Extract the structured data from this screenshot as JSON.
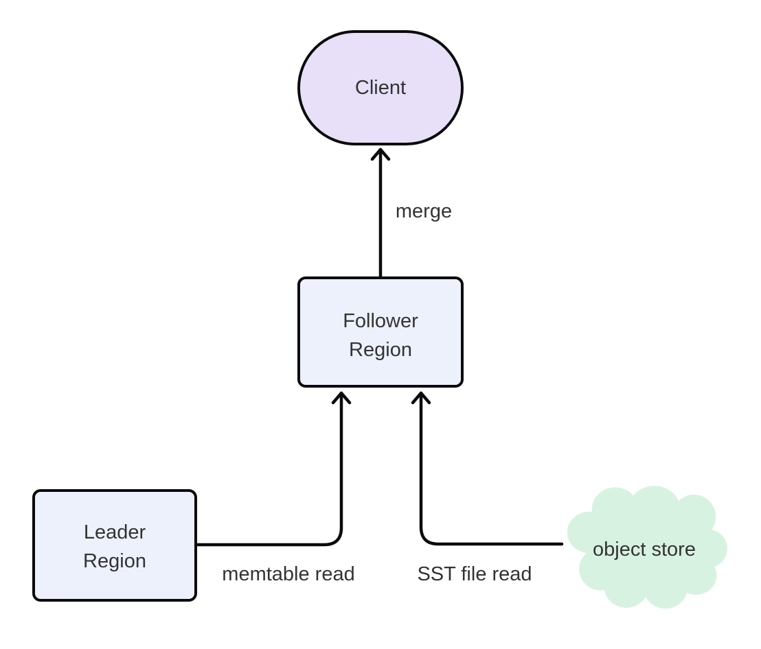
{
  "diagram": {
    "type": "flowchart",
    "direction": "bottom-to-top",
    "nodes": [
      {
        "id": "client",
        "label": "Client",
        "shape": "stadium",
        "fill": "#e7e0f8"
      },
      {
        "id": "follower",
        "label": "Follower Region",
        "shape": "rounded-rect",
        "fill": "#ecf1fb"
      },
      {
        "id": "leader",
        "label": "Leader Region",
        "shape": "rounded-rect",
        "fill": "#ecf1fb"
      },
      {
        "id": "object_store",
        "label": "object store",
        "shape": "cloud",
        "fill": "#d8f2e2"
      }
    ],
    "edges": [
      {
        "from": "follower",
        "to": "client",
        "label": "merge"
      },
      {
        "from": "leader",
        "to": "follower",
        "label": "memtable read"
      },
      {
        "from": "object_store",
        "to": "follower",
        "label": "SST file read"
      }
    ]
  },
  "colors": {
    "bg": "#ffffff",
    "stroke_color": "#0b0b0b",
    "text_color": "#333333",
    "client_fill": "#e7e0f8",
    "region_fill": "#ecf1fb",
    "cloud_fill": "#d8f2e2"
  }
}
